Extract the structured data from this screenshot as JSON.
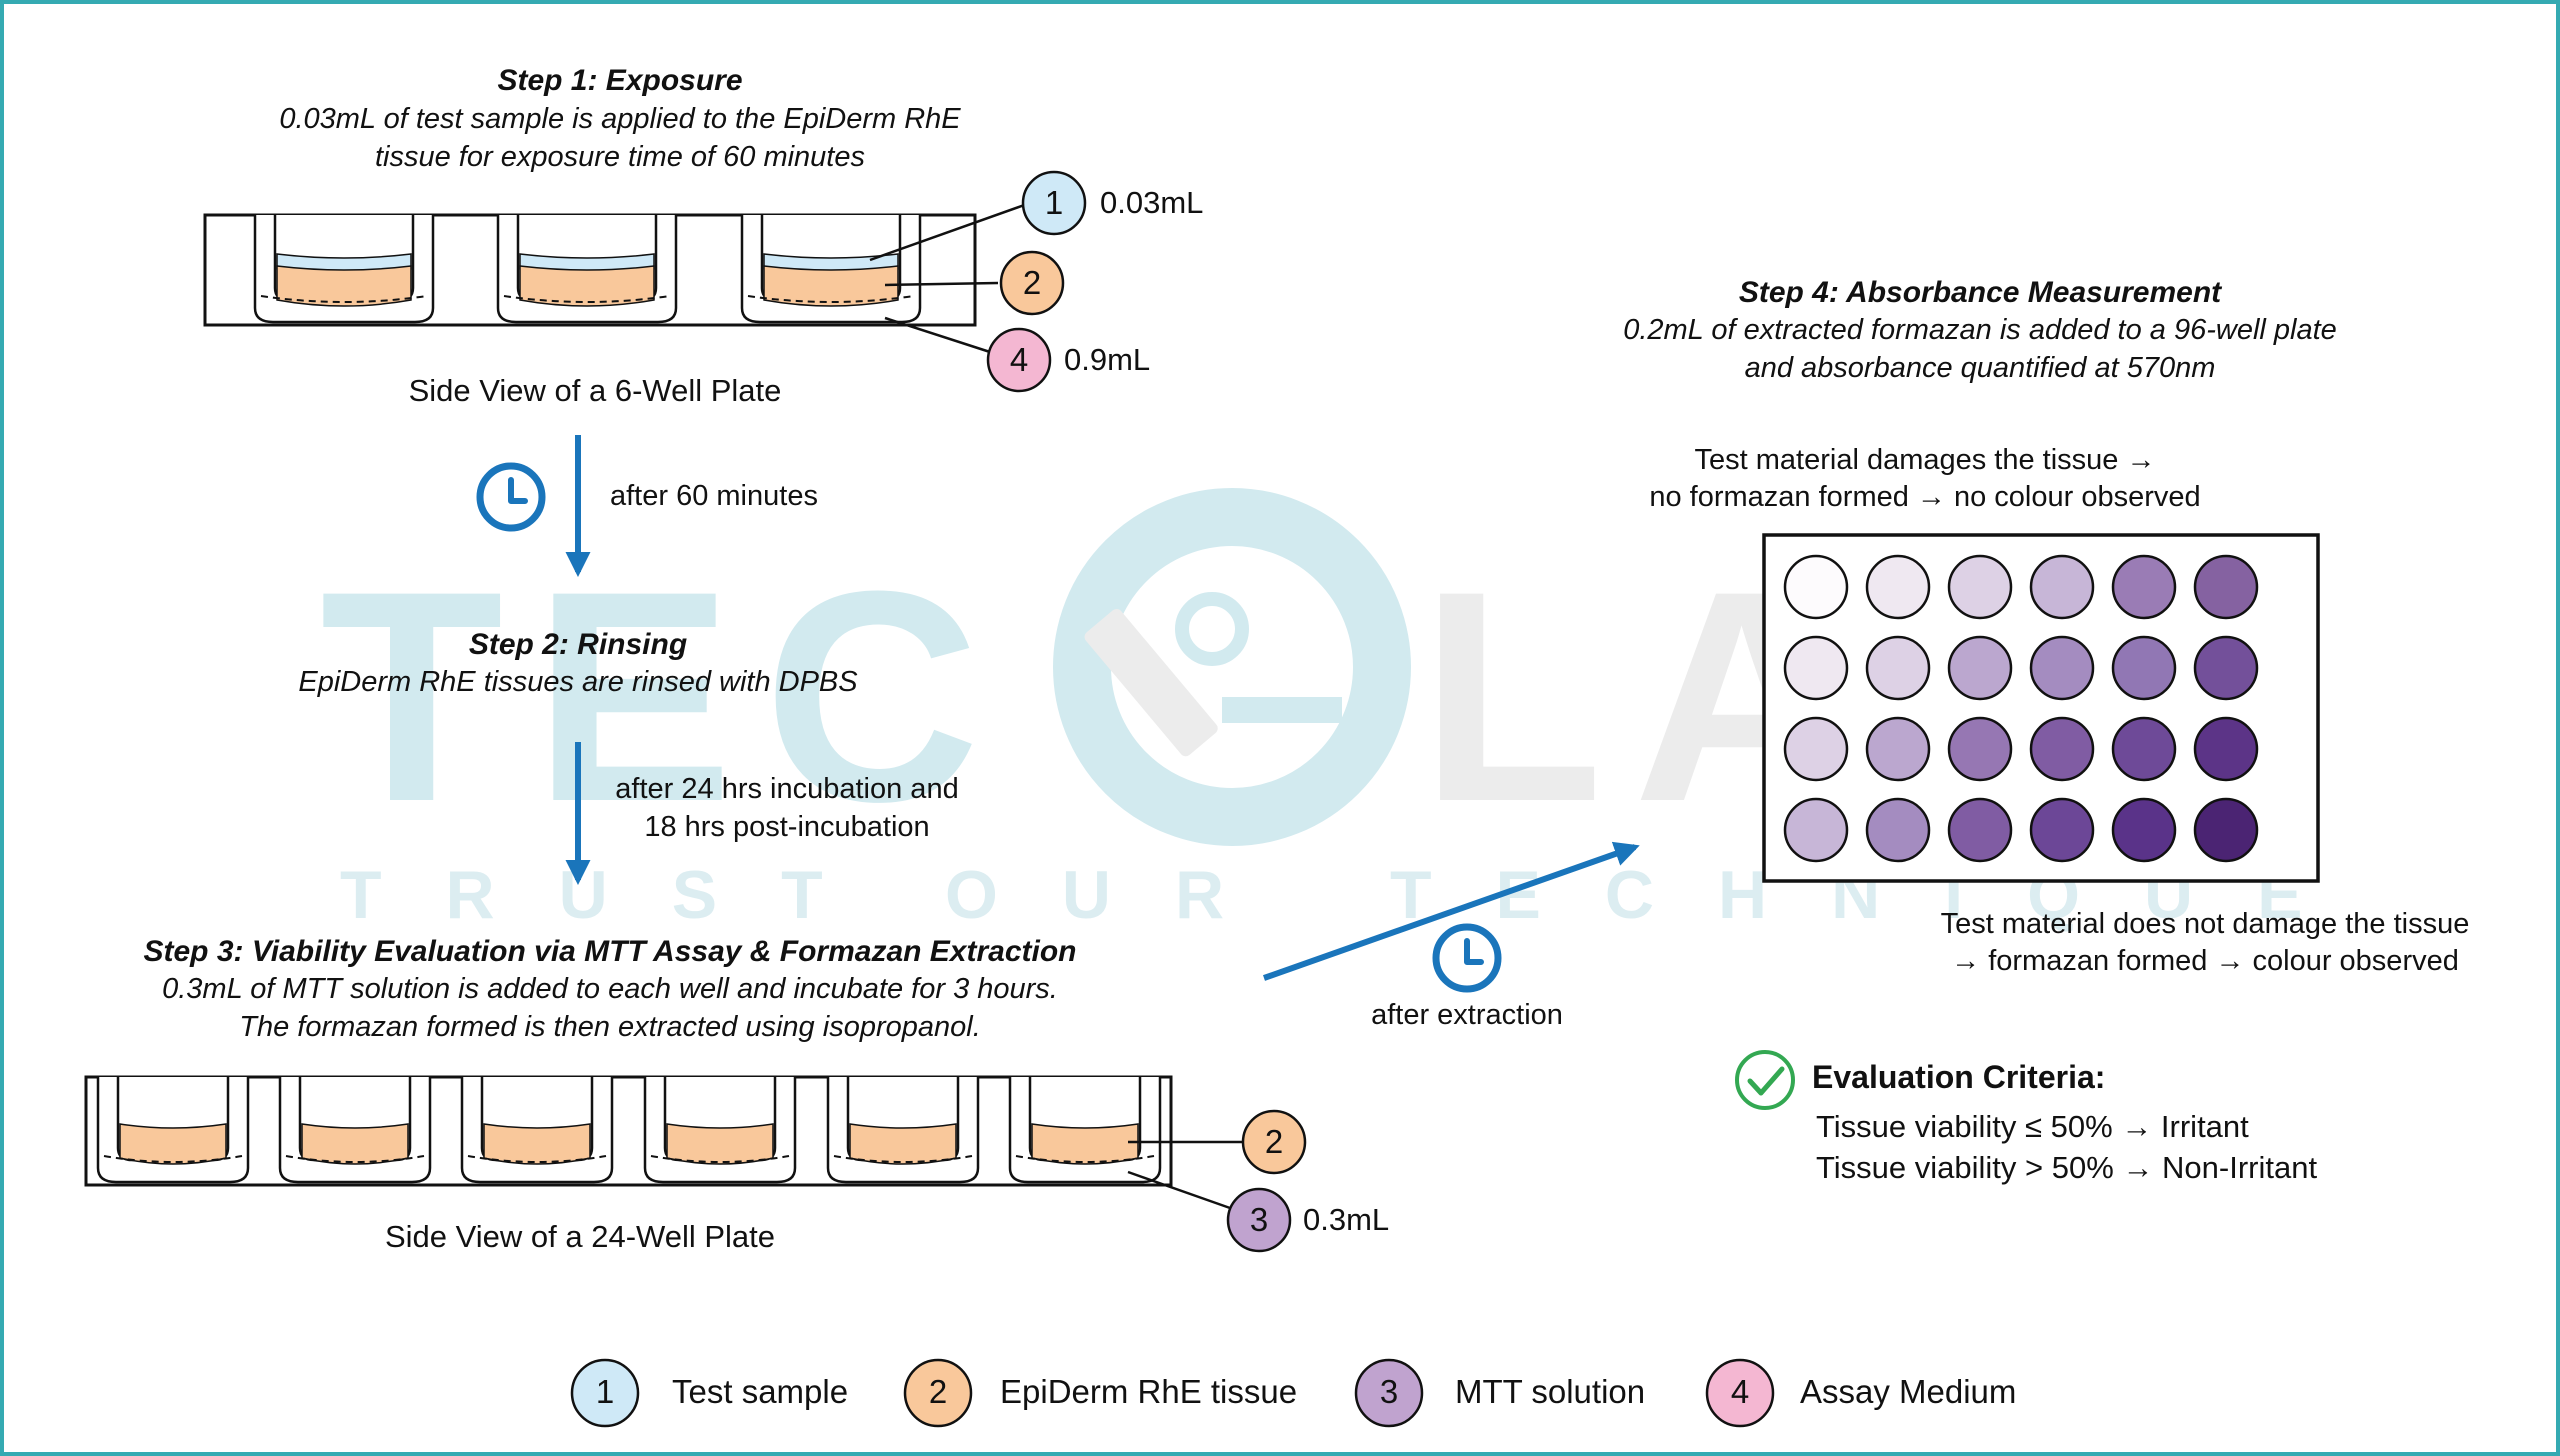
{
  "colors": {
    "frame_border": "#35aab2",
    "arrow_blue": "#1a75bb",
    "test_sample": "#cfe9f7",
    "tissue": "#f9c89b",
    "mtt_solution": "#c0a3cf",
    "assay_medium": "#f4b7d2",
    "check_green": "#33a852",
    "watermark_blue": "#d2eaef",
    "watermark_gray": "#ececec",
    "plate_well_shades": [
      [
        "#fdfbfd",
        "#efe8f1",
        "#ddd1e5",
        "#c7b6d7",
        "#9a7cb5",
        "#8562a1"
      ],
      [
        "#efe8f1",
        "#ddd1e5",
        "#bba7cf",
        "#a48cc0",
        "#9177b4",
        "#73509a"
      ],
      [
        "#ddd1e5",
        "#bba7cf",
        "#9677b3",
        "#805ca3",
        "#6e4a98",
        "#5c3487"
      ],
      [
        "#c7b6d7",
        "#a48cc0",
        "#805ca3",
        "#6c4797",
        "#5a3389",
        "#4b2473"
      ]
    ]
  },
  "watermark": {
    "logo_left": "TEC",
    "logo_right": "LAB",
    "tagline_words": [
      "TRUST",
      "OUR",
      "TECHNIQUE"
    ]
  },
  "step1": {
    "title": "Step 1: Exposure",
    "description_line1": "0.03mL of test sample is applied to the EpiDerm RhE",
    "description_line2": "tissue for exposure time of 60 minutes",
    "plate_label": "Side View of a 6-Well Plate",
    "callouts": [
      {
        "number": "1",
        "volume": "0.03mL"
      },
      {
        "number": "2",
        "volume": ""
      },
      {
        "number": "4",
        "volume": "0.9mL"
      }
    ]
  },
  "arrow1": {
    "label": "after 60 minutes",
    "icon": "clock-icon"
  },
  "step2": {
    "title": "Step 2: Rinsing",
    "description": "EpiDerm RhE tissues are rinsed with DPBS"
  },
  "arrow2": {
    "label_line1": "after 24 hrs incubation and",
    "label_line2": "18 hrs post-incubation"
  },
  "step3": {
    "title": "Step 3: Viability Evaluation via MTT Assay & Formazan Extraction",
    "description_line1": "0.3mL of MTT solution is added to each well and incubate for 3 hours.",
    "description_line2": "The formazan formed is then extracted using isopropanol.",
    "plate_label": "Side View of a 24-Well Plate",
    "callouts": [
      {
        "number": "2",
        "volume": ""
      },
      {
        "number": "3",
        "volume": "0.3mL"
      }
    ]
  },
  "arrow3": {
    "label": "after extraction",
    "icon": "clock-icon"
  },
  "step4": {
    "title": "Step 4: Absorbance Measurement",
    "description_line1": "0.2mL of extracted formazan is added to a 96-well plate",
    "description_line2": "and absorbance quantified at 570nm",
    "damage_note_line1": "Test material damages the tissue →",
    "damage_note_line2": "no formazan formed → no colour observed",
    "no_damage_note_line1": "Test material does not damage the tissue",
    "no_damage_note_line2": "→ formazan formed → colour observed"
  },
  "criteria": {
    "title": "Evaluation Criteria:",
    "line1": "Tissue viability ≤ 50% → Irritant",
    "line2": "Tissue viability > 50% → Non-Irritant"
  },
  "legend": [
    {
      "number": "1",
      "label": "Test sample"
    },
    {
      "number": "2",
      "label": "EpiDerm RhE tissue"
    },
    {
      "number": "3",
      "label": "MTT solution"
    },
    {
      "number": "4",
      "label": "Assay Medium"
    }
  ]
}
